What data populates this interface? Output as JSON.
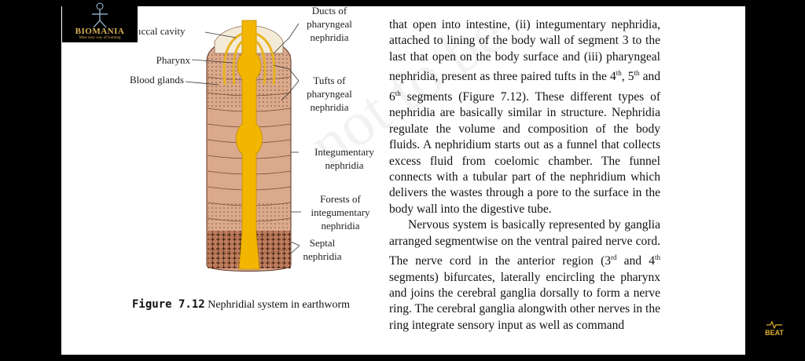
{
  "logo": {
    "title": "BIOMANIA",
    "subtitle": "Most easy way of learning"
  },
  "figure": {
    "labels": {
      "buccal": "ıccal cavity",
      "pharynx": "Pharynx",
      "blood_glands": "Blood glands",
      "ducts_top": "Ducts of",
      "ducts_mid": "pharyngeal",
      "ducts_bot": "nephridia",
      "tufts_1": "Tufts of",
      "tufts_2": "pharyngeal",
      "tufts_3": "nephridia",
      "integ_1": "Integumentary",
      "integ_2": "nephridia",
      "forests_1": "Forests of",
      "forests_2": "integumentary",
      "forests_3": "nephridia",
      "septal_1": "Septal",
      "septal_2": "nephridia"
    },
    "caption_num": "Figure 7.12",
    "caption_text": "Nephridial system in earthworm",
    "colors": {
      "body": "#d9a88a",
      "tube": "#f2b600",
      "band": "#a8583a"
    }
  },
  "text": {
    "p1_a": "that open into intestine, (ii) integumentary nephridia, attached to lining of the body wall of segment 3 to the last that open on the body surface and (iii) pharyngeal nephridia, present as three paired tufts in the 4",
    "sup_th1": "th",
    "p1_b": ", 5",
    "sup_th2": "th",
    "p1_c": " and 6",
    "sup_th3": "th",
    "p1_d": " segments (Figure 7.12). These different types of nephridia are basically similar in structure. Nephridia regulate the volume and composition of the body fluids. A nephridium starts out as a funnel that collects excess fluid from coelomic chamber. The funnel connects with a tubular part of the nephridium which delivers the wastes through a pore to the surface in the body wall into the digestive tube.",
    "p2_a": "Nervous system is basically represented by ganglia arranged segmentwise on the ventral paired nerve cord. The nerve cord in the anterior region (3",
    "sup_rd": "rd",
    "p2_b": " and 4",
    "sup_th4": "th",
    "p2_c": " segments) bifurcates, laterally encircling the pharynx and joins the cerebral ganglia dorsally to form a nerve ring. The cerebral ganglia alongwith other nerves in the ring integrate sensory input as well as command"
  },
  "badge": {
    "label": "BEAT"
  }
}
